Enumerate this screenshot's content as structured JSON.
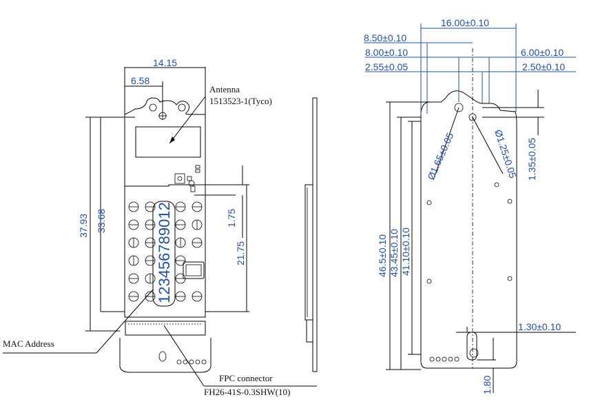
{
  "labels": {
    "antenna": "Antenna",
    "antenna_part": "1513523-1(Tyco)",
    "mac_address": "MAC Address",
    "fpc_connector": "FPC connector",
    "fpc_part": "FH26-41S-0.3SHW(10)",
    "mac_sample": "123456789012"
  },
  "front_view": {
    "width": "14.15",
    "antenna_offset": "6.58",
    "height_total": "37.93",
    "height_inner": "33.68",
    "shield_top_offset": "1.75",
    "shield_height": "21.75"
  },
  "back_view": {
    "width": "16.00±0.10",
    "left_1": "8.50±0.10",
    "left_2": "8.00±0.10",
    "left_3": "2.55±0.05",
    "right_1": "6.00±0.10",
    "right_2": "2.50±0.10",
    "hole_dia_1": "Ø1.65±0.05",
    "hole_dia_2": "Ø1.25±0.05",
    "hole_offset": "1.35±0.05",
    "height_1": "46.5±0.10",
    "height_2": "43.45±0.10",
    "height_3": "41.10±0.10",
    "slot_width": "1.30±0.10",
    "slot_depth": "1.80"
  },
  "colors": {
    "dimension": "#1f4fa8",
    "line": "#000000"
  }
}
